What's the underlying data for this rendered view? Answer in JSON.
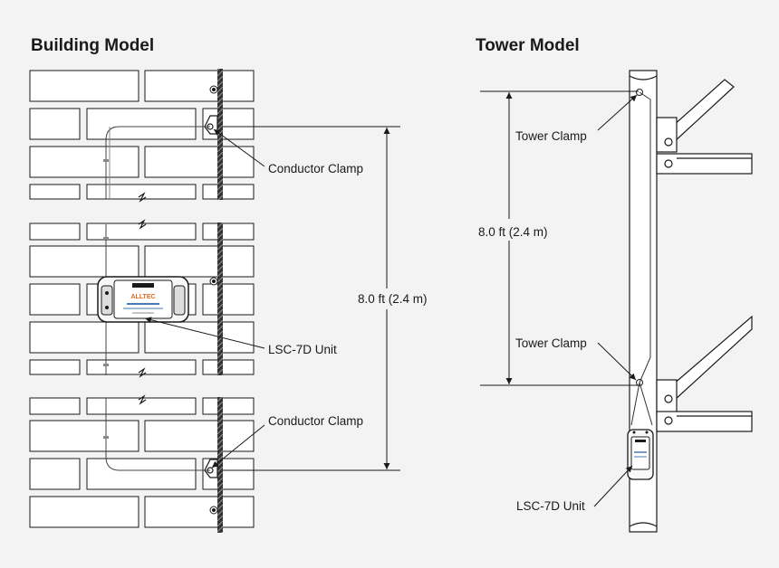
{
  "building": {
    "title": "Building Model",
    "labels": {
      "conductor_clamp_top": "Conductor Clamp",
      "dimension": "8.0 ft (2.4 m)",
      "unit": "LSC-7D Unit",
      "conductor_clamp_bottom": "Conductor Clamp"
    },
    "device_brand": "ALLTEC"
  },
  "tower": {
    "title": "Tower Model",
    "labels": {
      "tower_clamp_top": "Tower Clamp",
      "dimension": "8.0 ft (2.4 m)",
      "tower_clamp_bottom": "Tower Clamp",
      "unit": "LSC-7D Unit"
    }
  },
  "colors": {
    "background": "#f3f3f3",
    "line": "#1a1a1a",
    "brick": "#ffffff",
    "conductor": "#2a2a2a"
  }
}
